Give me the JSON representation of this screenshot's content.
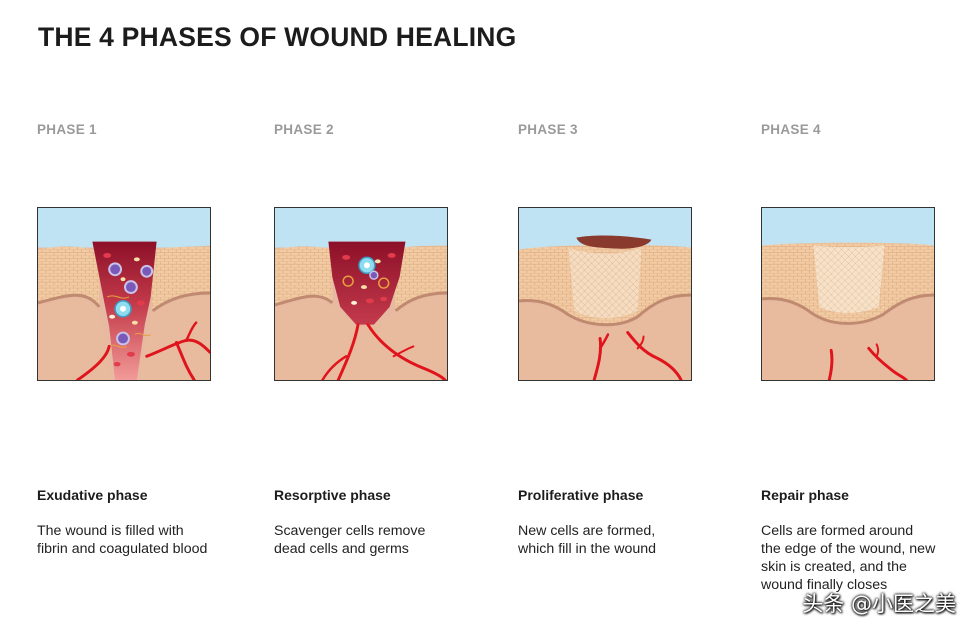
{
  "title": "THE 4 PHASES OF WOUND HEALING",
  "phases": [
    {
      "label": "PHASE 1",
      "heading": "Exudative phase",
      "description": "The wound is filled with fibrin and coagulated blood"
    },
    {
      "label": "PHASE 2",
      "heading": "Resorptive phase",
      "description": "Scavenger cells remove dead cells and germs"
    },
    {
      "label": "PHASE 3",
      "heading": "Proliferative phase",
      "description": "New cells are formed, which fill in the wound"
    },
    {
      "label": "PHASE 4",
      "heading": "Repair phase",
      "description": "Cells are formed around the edge of the wound, new skin is created, and the wound finally closes"
    }
  ],
  "watermark": "头条 @小医之美",
  "colors": {
    "sky": "#bfe3f2",
    "epidermis": "#f0c9a1",
    "dermis": "#e8bb9f",
    "basal_line": "#c08a70",
    "blood_dark": "#9c1530",
    "blood_light": "#e98a8a",
    "vessel": "#e0141c",
    "scab": "#8a3a2c"
  }
}
